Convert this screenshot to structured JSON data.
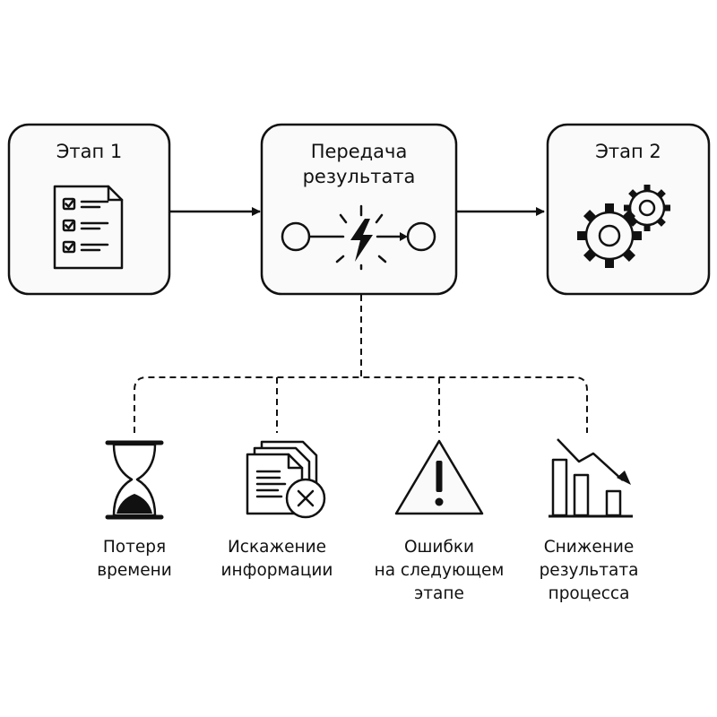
{
  "stages": {
    "stage1": {
      "title": "Этап 1",
      "icon": "checklist-document-icon"
    },
    "transfer": {
      "title_line1": "Передача",
      "title_line2": "результата",
      "icon": "broken-connection-icon"
    },
    "stage2": {
      "title": "Этап 2",
      "icon": "gears-icon"
    }
  },
  "consequences": [
    {
      "line1": "Потеря",
      "line2": "времени",
      "line3": "",
      "icon": "hourglass-icon"
    },
    {
      "line1": "Искажение",
      "line2": "информации",
      "line3": "",
      "icon": "documents-error-icon"
    },
    {
      "line1": "Ошибки",
      "line2": "на следующем",
      "line3": "этапе",
      "icon": "warning-icon"
    },
    {
      "line1": "Снижение",
      "line2": "результата",
      "line3": "процесса",
      "icon": "declining-chart-icon"
    }
  ],
  "colors": {
    "stroke": "#111111",
    "box_fill": "#fafafa",
    "background": "#ffffff"
  }
}
